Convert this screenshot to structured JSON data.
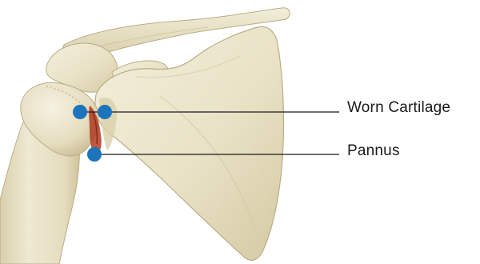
{
  "callouts": [
    {
      "label": "Worn Cartilage",
      "markers": 2
    },
    {
      "label": "Pannus",
      "markers": 1
    }
  ],
  "colors": {
    "bone": "#ede8cf",
    "bone_shadow": "#d6cda9",
    "bone_outline": "#b8ad87",
    "cartilage_red": "#b03a22",
    "marker": "#1c75bc",
    "leader_line": "#1a1a1a",
    "label_text": "#1a1a1a"
  },
  "icons": {
    "marker": "filled-circle-dot"
  }
}
